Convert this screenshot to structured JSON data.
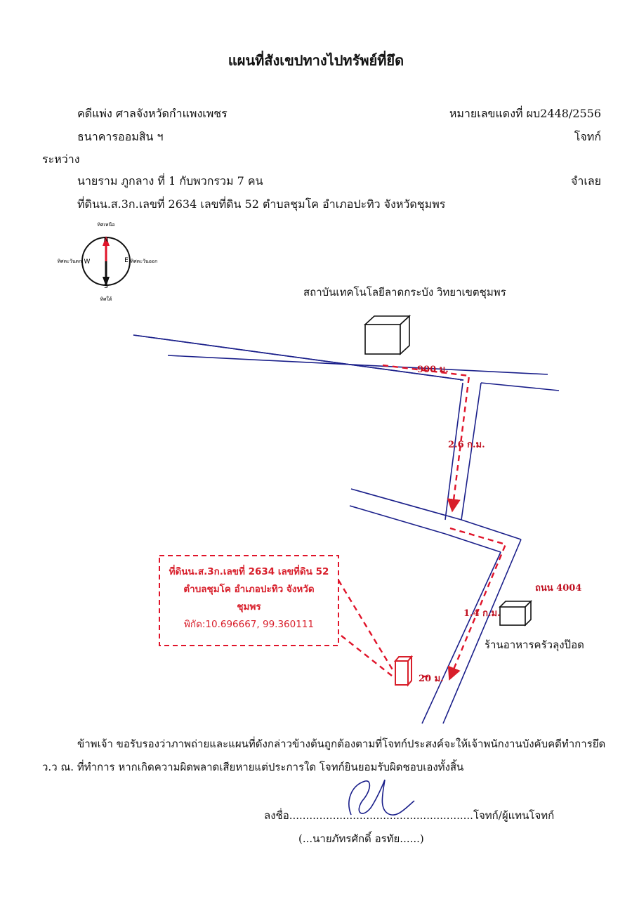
{
  "title": "แผนที่สังเขปทางไปทรัพย์ที่ยึด",
  "case": {
    "court_line": "คดีแพ่ง  ศาลจังหวัดกำแพงเพชร",
    "red_case_number": "หมายเลขแดงที่ ผบ2448/2556",
    "plaintiff_name": "ธนาคารออมสิน ฯ",
    "plaintiff_role": "โจทก์",
    "between": "ระหว่าง",
    "defendant_name": "นายราม  ภูกลาง   ที่ 1 กับพวกรวม 7 คน",
    "defendant_role": "จำเลย",
    "land_line": "ที่ดินน.ส.3ก.เลขที่ 2634 เลขที่ดิน 52   ตำบลชุมโค  อำเภอปะทิว  จังหวัดชุมพร"
  },
  "compass": {
    "north_letter": "N",
    "south_letter": "S",
    "east_letter": "E",
    "west_letter": "W",
    "north_label": "ทิศเหนือ",
    "south_label": "ทิศใต้",
    "east_label": "ทิศตะวันออก",
    "west_label": "ทิศตะวันตก"
  },
  "map": {
    "landmark_top": "สถาบันเทคโนโลยีลาดกระบัง วิทยาเขตชุมพร",
    "distance_1": "900 ม.",
    "distance_2": "2.6 ก.ม.",
    "road_label": "ถนน 4004",
    "distance_3": "1.4 ก.ม.",
    "landmark_restaurant": "ร้านอาหารครัวลุงป๊อด",
    "distance_4": "20 ม.",
    "property_box": {
      "line1": "ที่ดินน.ส.3ก.เลขที่ 2634 เลขที่ดิน 52",
      "line2": "ตำบลชุมโค  อำเภอปะทิว  จังหวัด",
      "line3": "ชุมพร",
      "coords": "พิกัด:10.696667, 99.360111"
    }
  },
  "certification": {
    "line1": "ข้าพเจ้า ขอรับรองว่าภาพถ่ายและแผนที่ดังกล่าวข้างต้นถูกต้องตามที่โจทก์ประสงค์จะให้เจ้าพนักงานบังคับคดีทำการยึด",
    "line2": "ว.ว ณ. ที่ทำการ  หากเกิดความผิดพลาดเสียหายแต่ประการใด  โจทก์ยินยอมรับผิดชอบเองทั้งสิ้น"
  },
  "signature": {
    "sign_label": "ลงชื่อ.......................................................โจทก์/ผู้แทนโจทก์",
    "name_line": "(...นายภัทรศักดิ์ อรทัย......)"
  },
  "colors": {
    "ink": "#111111",
    "road": "#1a1f8a",
    "route": "#e0142a",
    "arrow_red": "#d81e2a"
  }
}
